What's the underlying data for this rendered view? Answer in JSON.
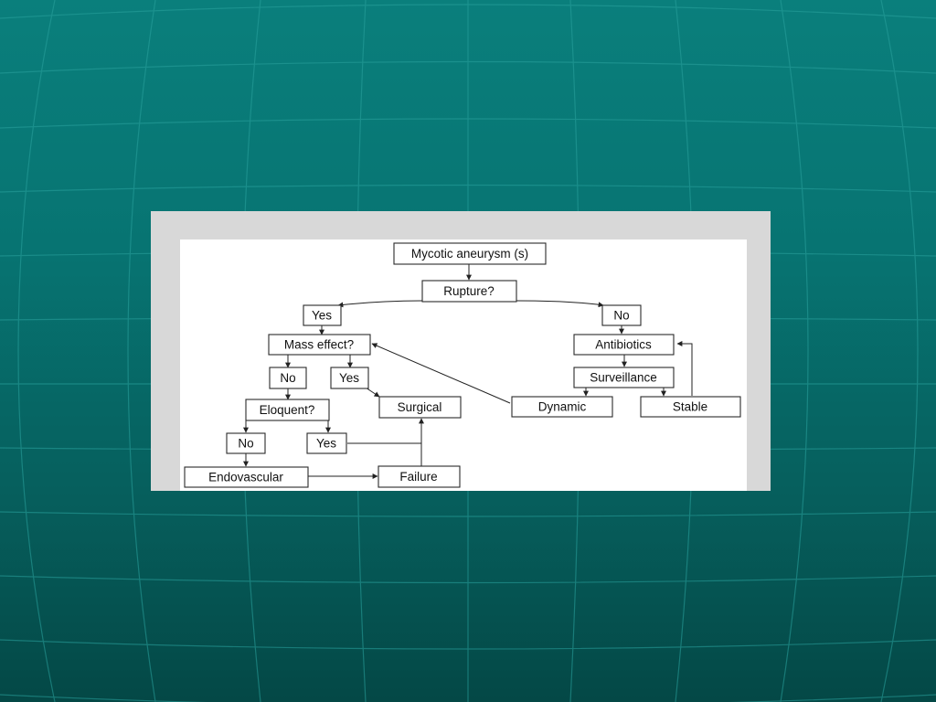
{
  "slide": {
    "background_color": "#077472",
    "grid_line_color": "#2a9d99"
  },
  "flowchart": {
    "nodes": {
      "mycotic_aneurysm": "Mycotic aneurysm (s)",
      "rupture": "Rupture?",
      "rupture_yes": "Yes",
      "rupture_no": "No",
      "mass_effect": "Mass effect?",
      "mass_effect_no": "No",
      "mass_effect_yes": "Yes",
      "eloquent": "Eloquent?",
      "eloquent_no": "No",
      "eloquent_yes": "Yes",
      "endovascular": "Endovascular",
      "failure": "Failure",
      "surgical": "Surgical",
      "antibiotics": "Antibiotics",
      "surveillance": "Surveillance",
      "dynamic": "Dynamic",
      "stable": "Stable"
    }
  }
}
